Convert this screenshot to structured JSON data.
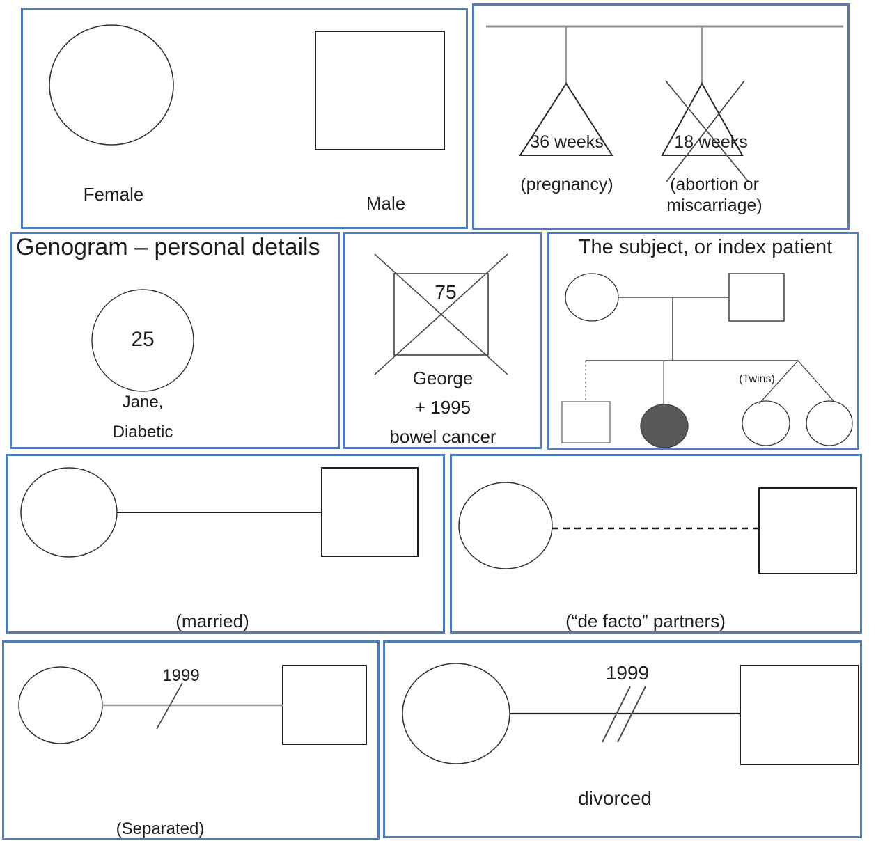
{
  "colors": {
    "panel_border": "#4f7dbd",
    "shape_stroke": "#333333",
    "line_black": "#1f1f1f",
    "line_gray": "#8c8c8c",
    "filled_shape": "#595959",
    "text": "#1f1f1f"
  },
  "panels": {
    "female_male": {
      "female_label": "Female",
      "male_label": "Male"
    },
    "pregnancy": {
      "pregnancy_weeks": "36 weeks",
      "pregnancy_label": "(pregnancy)",
      "miscarriage_weeks": "18 weeks",
      "miscarriage_label_line1": "(abortion or",
      "miscarriage_label_line2": "miscarriage)"
    },
    "personal_details": {
      "title": "Genogram – personal details",
      "age": "25",
      "name_line1": "Jane,",
      "name_line2": "Diabetic"
    },
    "deceased": {
      "age": "75",
      "name": "George",
      "death_year": "+ 1995",
      "cause": "bowel cancer"
    },
    "index_patient": {
      "title": "The subject, or index patient",
      "twins_label": "(Twins)"
    },
    "married": {
      "label": "(married)"
    },
    "de_facto": {
      "label": "(“de facto” partners)"
    },
    "separated": {
      "year": "1999",
      "label": "(Separated)"
    },
    "divorced": {
      "year": "1999",
      "label": "divorced"
    }
  }
}
